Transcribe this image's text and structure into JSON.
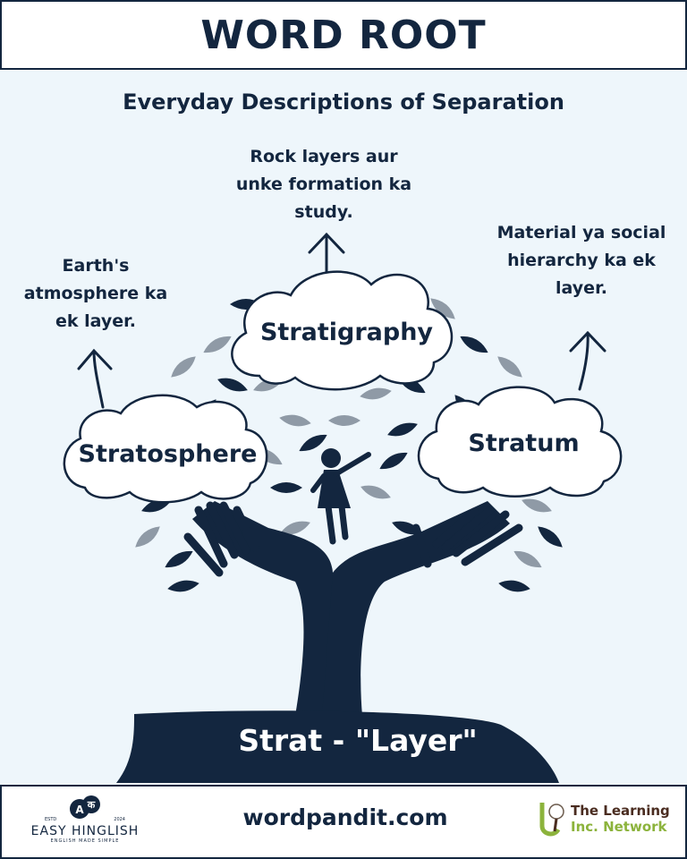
{
  "header": {
    "title": "WORD ROOT"
  },
  "subtitle": "Everyday Descriptions of Separation",
  "words": [
    {
      "word": "Stratigraphy",
      "description": "Rock layers aur unke formation ka study."
    },
    {
      "word": "Stratosphere",
      "description": "Earth's atmosphere ka ek layer."
    },
    {
      "word": "Stratum",
      "description": "Material ya social hierarchy ka ek layer."
    }
  ],
  "root": "Strat - \"Layer\"",
  "footer": {
    "brand_left": {
      "name": "EASY HINGLISH",
      "tagline": "ENGLISH MADE SIMPLE",
      "estd": "ESTD",
      "year": "2024",
      "logo_letters": [
        "A",
        "क"
      ]
    },
    "site": "wordpandit.com",
    "brand_right": {
      "line1": "The Learning",
      "line2": "Inc. Network"
    }
  },
  "colors": {
    "navy": "#13263f",
    "background": "#eef6fb",
    "leaf_grey": "#8f9aa6",
    "green": "#8cb33c"
  }
}
